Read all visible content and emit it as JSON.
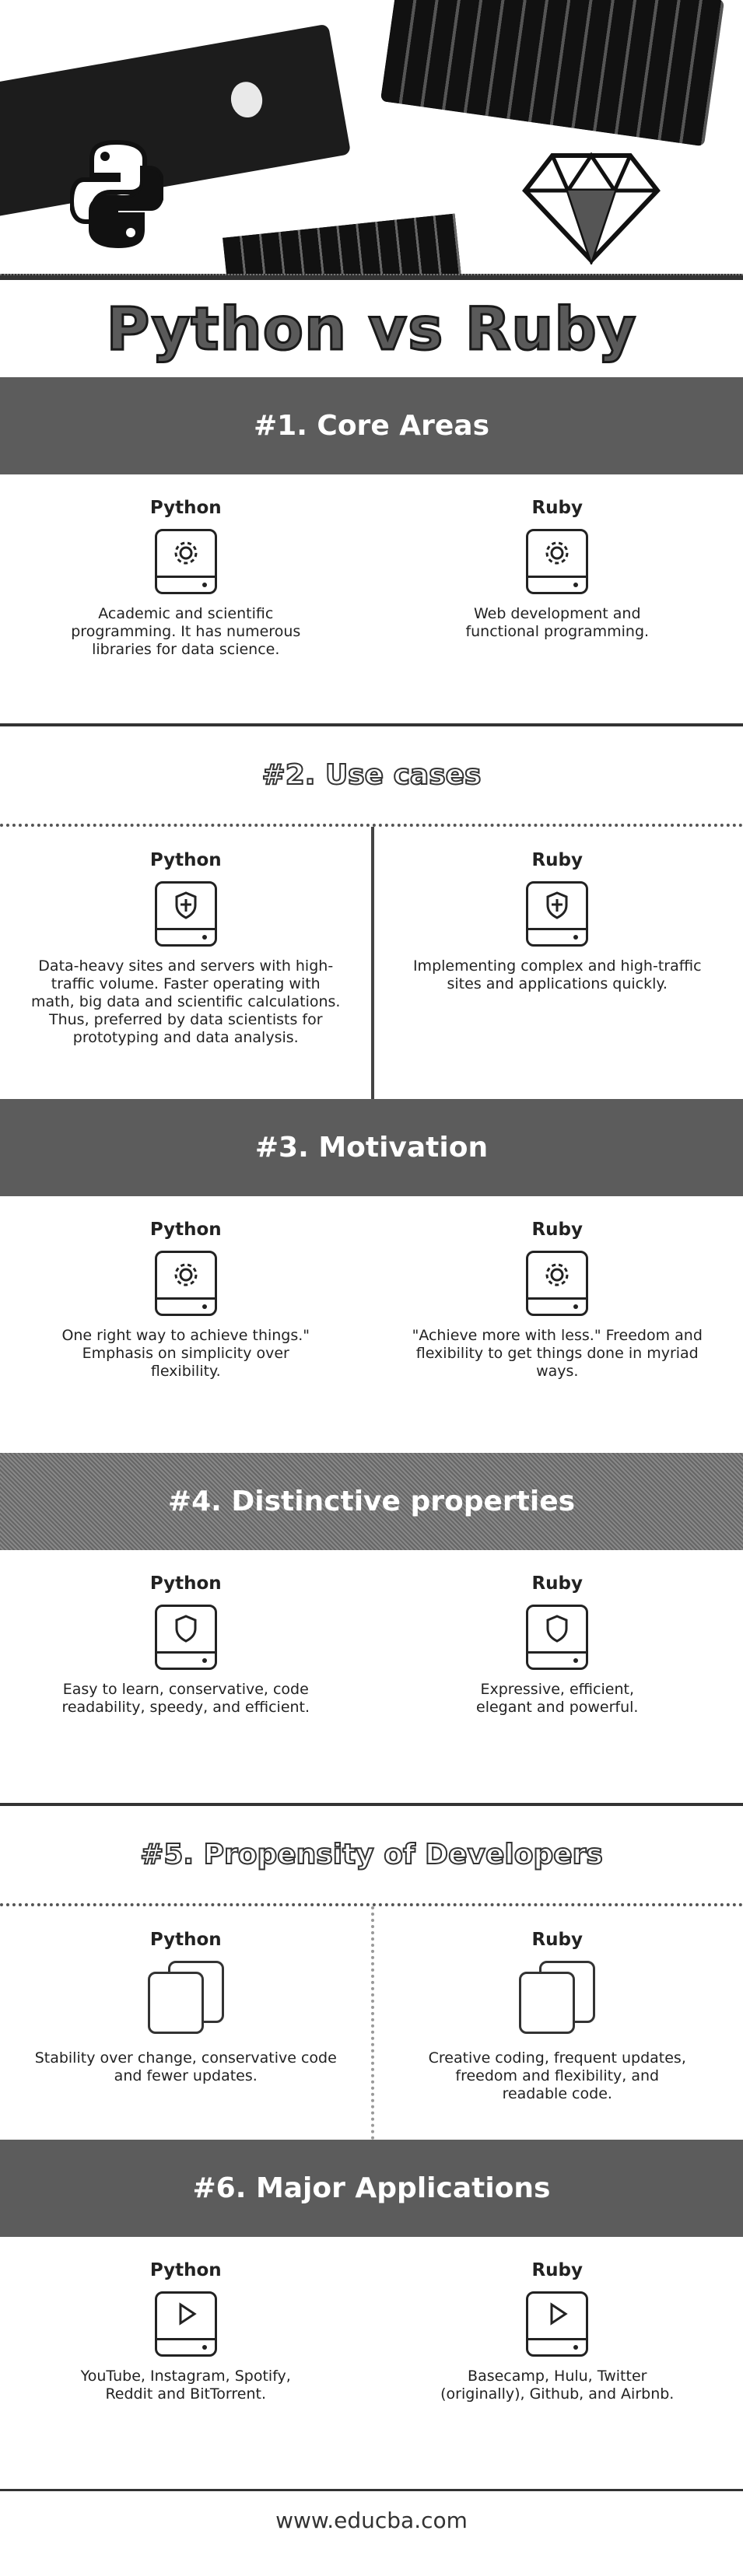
{
  "title": "Python vs Ruby",
  "footer": "www.educba.com",
  "col_python": "Python",
  "col_ruby": "Ruby",
  "sections": [
    {
      "heading": "#1. Core Areas",
      "icon": "gear-icon",
      "python": "Academic and scientific programming. It has  numerous libraries for data science.",
      "ruby": "Web development and functional programming."
    },
    {
      "heading": "#2. Use cases",
      "icon": "shield-icon",
      "python": "Data-heavy sites and servers with high-traffic volume. Faster operating with math, big data and scientific calculations. Thus, preferred by data scientists for prototyping and data analysis.",
      "ruby": "Implementing complex and high-traffic sites and applications quickly."
    },
    {
      "heading": "#3. Motivation",
      "icon": "gear-icon",
      "python": "One right way to achieve things.\" Emphasis on simplicity over flexibility.",
      "ruby": "\"Achieve more with less.\" Freedom and flexibility to get things done in myriad ways."
    },
    {
      "heading": "#4. Distinctive properties",
      "icon": "shield-icon",
      "python": "Easy to learn, conservative, code readability, speedy, and efficient.",
      "ruby": "Expressive, efficient, elegant and powerful."
    },
    {
      "heading": "#5. Propensity of Developers",
      "icon": "stacked-drives-icon",
      "python": "Stability over change, conservative code and fewer updates.",
      "ruby": "Creative coding, frequent updates, freedom and flexibility, and readable code."
    },
    {
      "heading": "#6. Major Applications",
      "icon": "play-icon",
      "python": "YouTube, Instagram, Spotify, Reddit and BitTorrent.",
      "ruby": "Basecamp, Hulu, Twitter (originally), Github, and Airbnb."
    }
  ]
}
